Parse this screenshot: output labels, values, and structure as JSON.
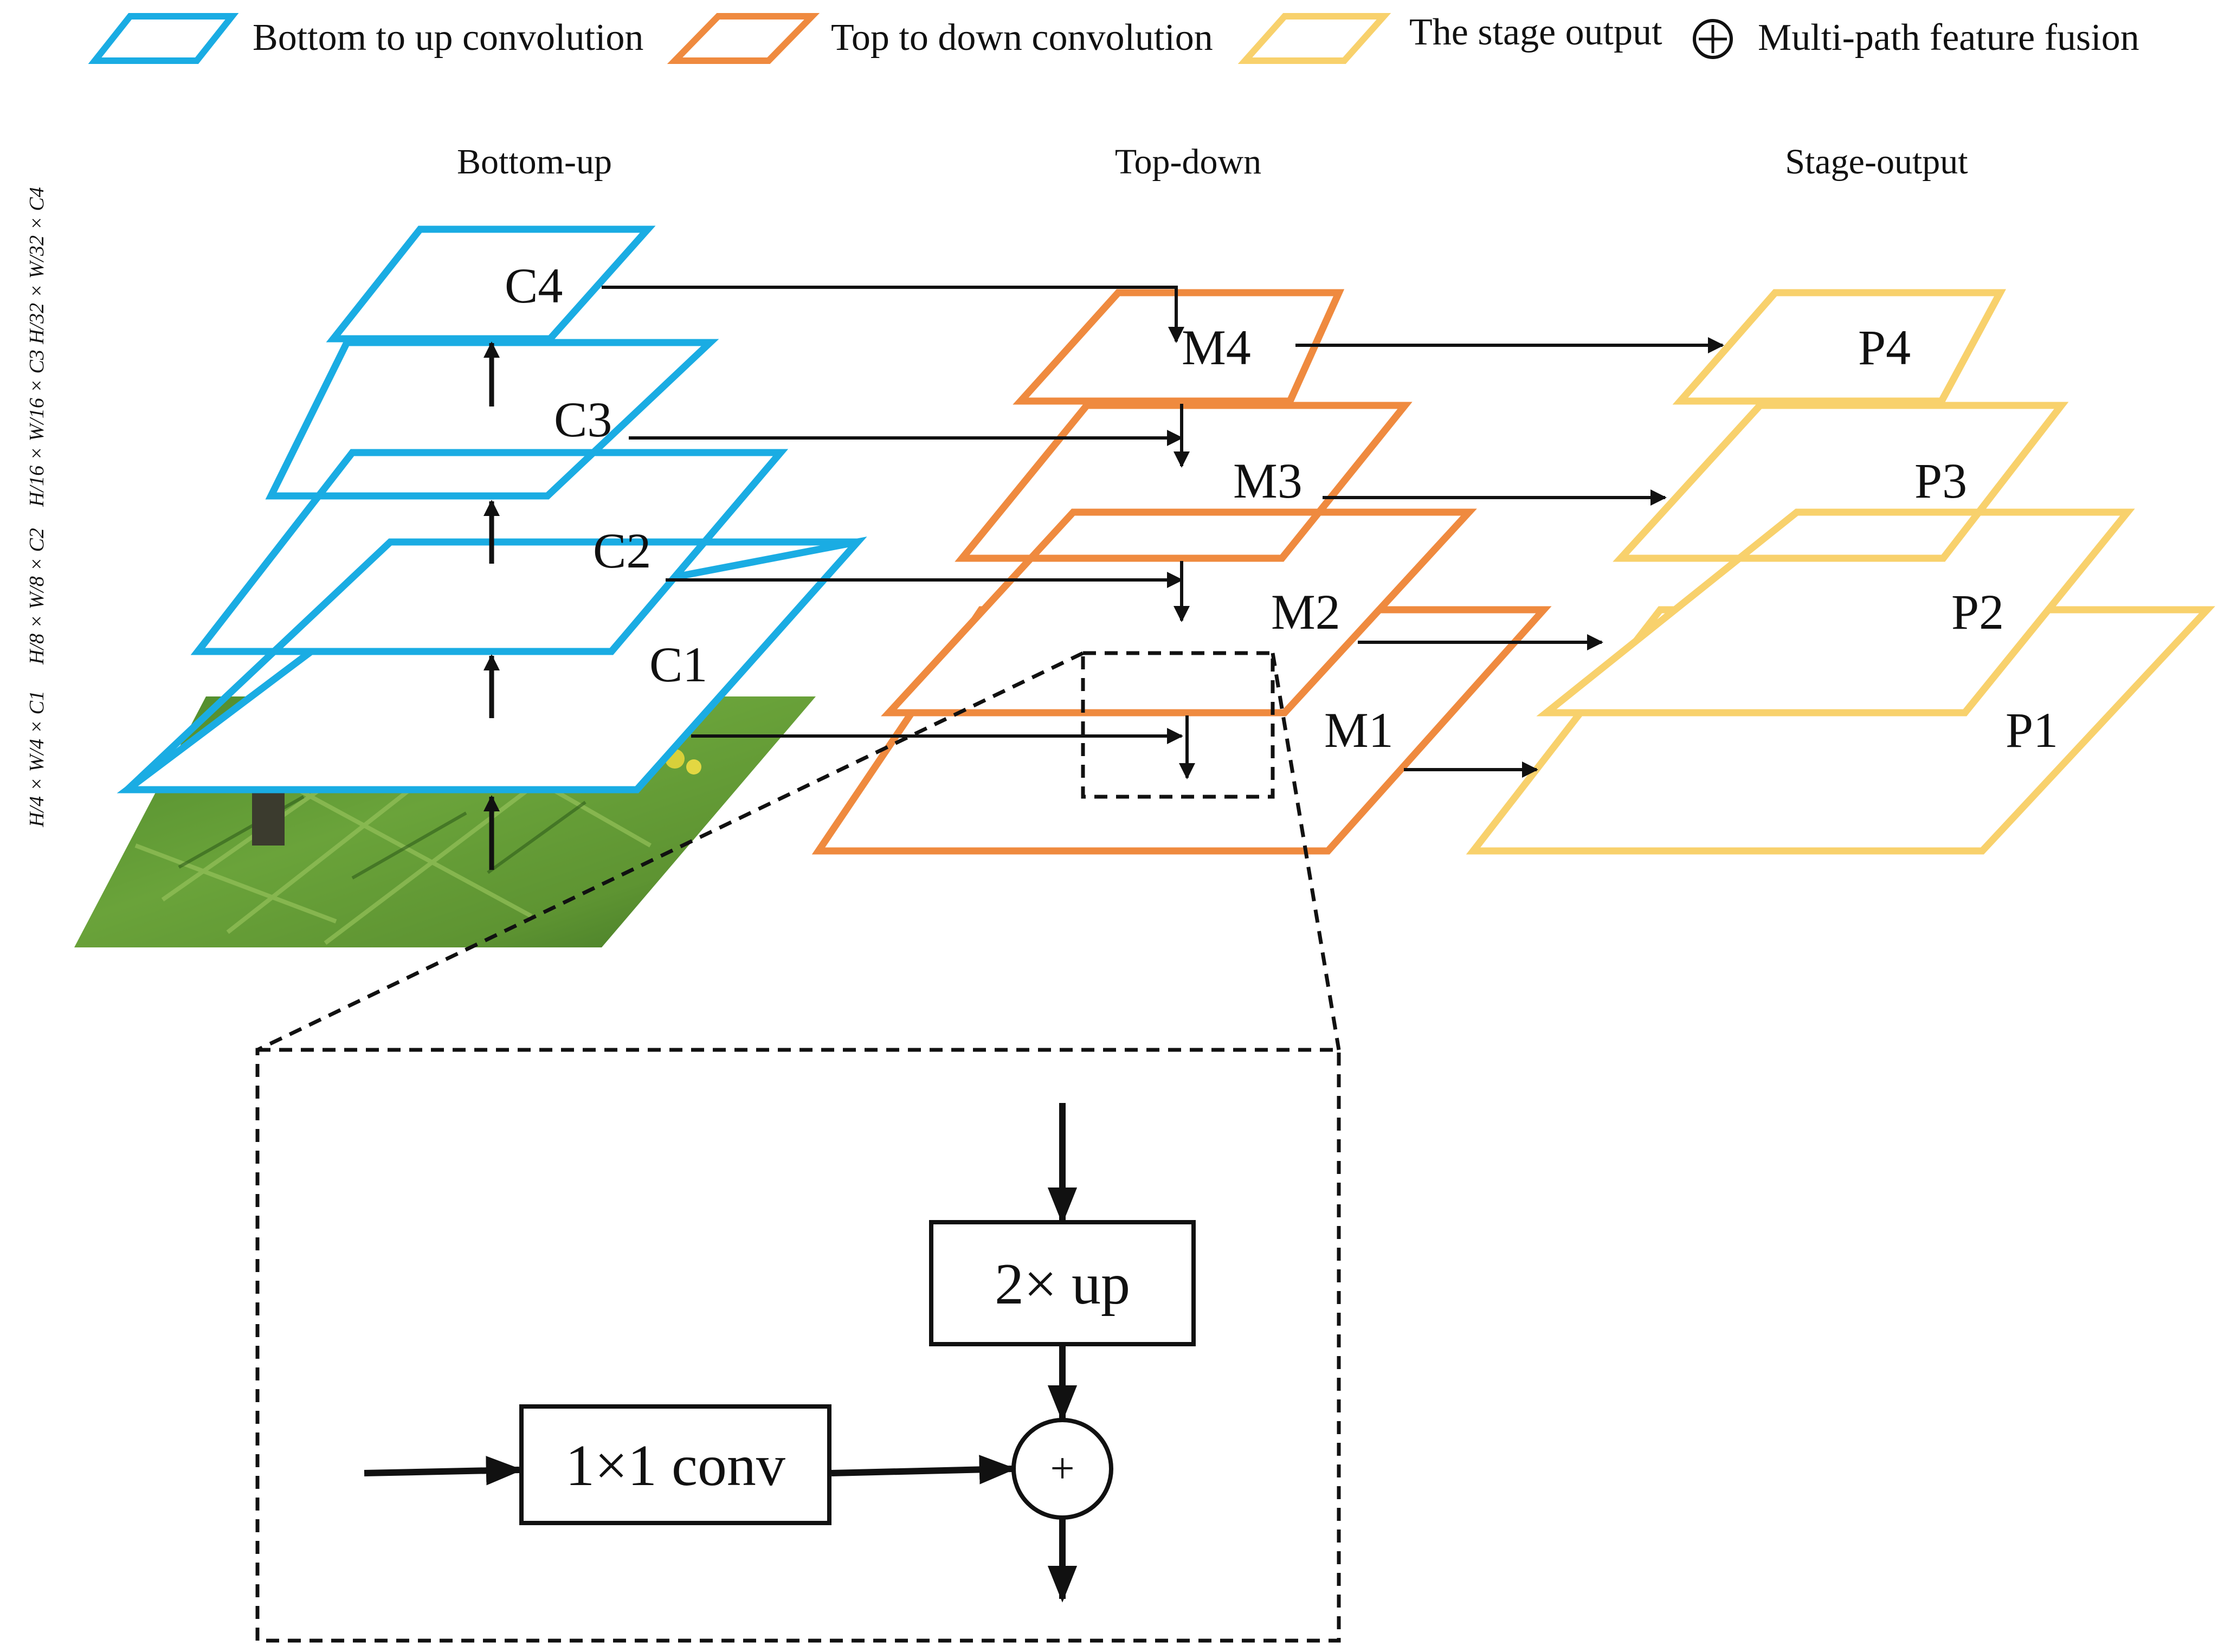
{
  "colors": {
    "bottom_up": "#1aace3",
    "top_down": "#ef8a3f",
    "stage_output": "#f8d16c",
    "line": "#111111"
  },
  "legend": {
    "bottom_up": "Bottom to up convolution",
    "top_down": "Top to down convolution",
    "stage_output": "The stage output",
    "fusion": "Multi-path feature fusion"
  },
  "columns": {
    "bottom_up": "Bottom-up",
    "top_down": "Top-down",
    "stage_output": "Stage-output"
  },
  "layers": {
    "c": [
      "C1",
      "C2",
      "C3",
      "C4"
    ],
    "m": [
      "M1",
      "M2",
      "M3",
      "M4"
    ],
    "p": [
      "P1",
      "P2",
      "P3",
      "P4"
    ]
  },
  "dims": [
    "H/4 × W/4 × C1",
    "H/8 × W/8 × C2",
    "H/16 × W/16 × C3",
    "H/32 × W/32 × C4"
  ],
  "detail": {
    "upsample": "2× up",
    "conv": "1×1 conv",
    "plus": "+",
    "fusion_icon": "circled-plus-icon"
  },
  "image_description": "leaf-photo"
}
